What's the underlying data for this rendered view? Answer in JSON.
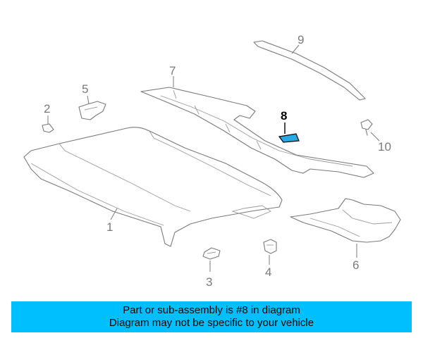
{
  "colors": {
    "banner_bg": "#00bfff",
    "line": "#7a7a7a",
    "highlight_fill": "#29a9e1",
    "highlight_text": "#000000"
  },
  "callouts": [
    {
      "id": "1",
      "label": "1"
    },
    {
      "id": "2",
      "label": "2"
    },
    {
      "id": "3",
      "label": "3"
    },
    {
      "id": "4",
      "label": "4"
    },
    {
      "id": "5",
      "label": "5"
    },
    {
      "id": "6",
      "label": "6"
    },
    {
      "id": "7",
      "label": "7"
    },
    {
      "id": "8",
      "label": "8",
      "highlighted": true
    },
    {
      "id": "9",
      "label": "9"
    },
    {
      "id": "10",
      "label": "10"
    }
  ],
  "banner": {
    "line1": "Part or sub-assembly is #8 in diagram",
    "line2": "Diagram may not be specific to your vehicle"
  }
}
